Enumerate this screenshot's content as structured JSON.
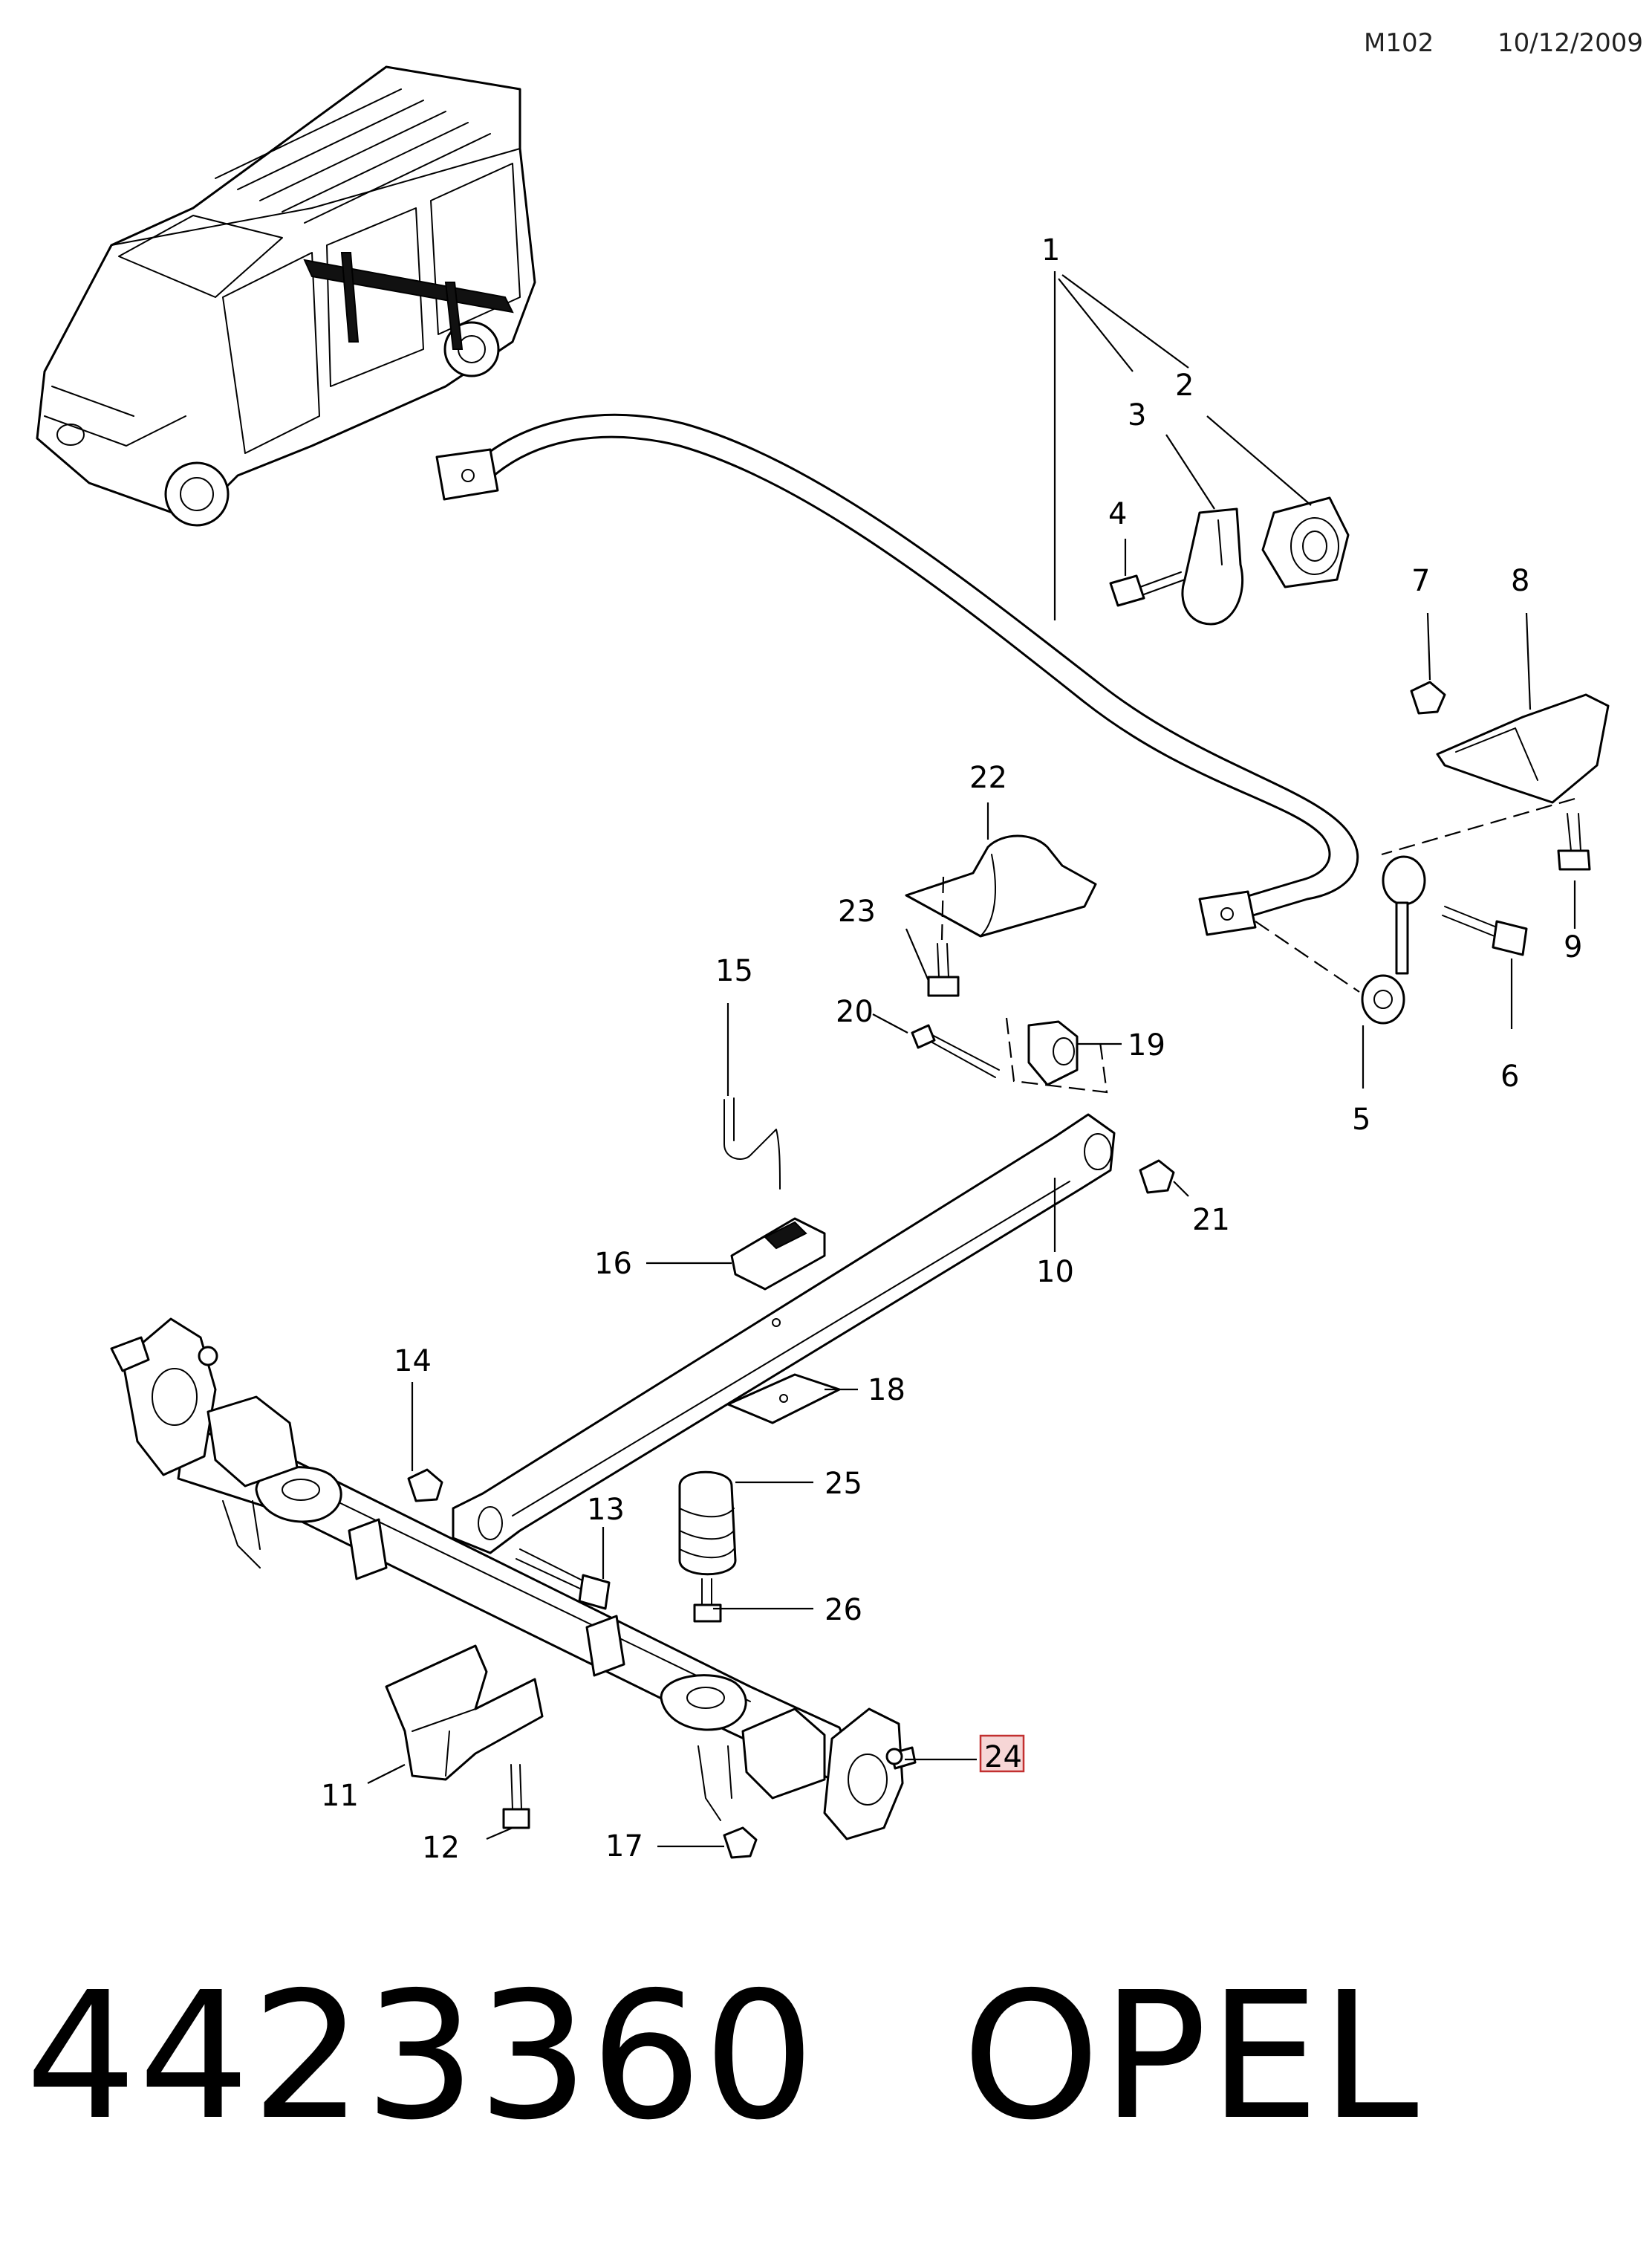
{
  "header": {
    "code": "M102",
    "date": "10/12/2009"
  },
  "callouts": [
    {
      "id": "c1",
      "label": "1"
    },
    {
      "id": "c2",
      "label": "2"
    },
    {
      "id": "c3",
      "label": "3"
    },
    {
      "id": "c4",
      "label": "4"
    },
    {
      "id": "c5",
      "label": "5"
    },
    {
      "id": "c6",
      "label": "6"
    },
    {
      "id": "c7",
      "label": "7"
    },
    {
      "id": "c8",
      "label": "8"
    },
    {
      "id": "c9",
      "label": "9"
    },
    {
      "id": "c10",
      "label": "10"
    },
    {
      "id": "c11",
      "label": "11"
    },
    {
      "id": "c12",
      "label": "12"
    },
    {
      "id": "c13",
      "label": "13"
    },
    {
      "id": "c14",
      "label": "14"
    },
    {
      "id": "c15",
      "label": "15"
    },
    {
      "id": "c16",
      "label": "16"
    },
    {
      "id": "c17",
      "label": "17"
    },
    {
      "id": "c18",
      "label": "18"
    },
    {
      "id": "c19",
      "label": "19"
    },
    {
      "id": "c20",
      "label": "20"
    },
    {
      "id": "c21",
      "label": "21"
    },
    {
      "id": "c22",
      "label": "22"
    },
    {
      "id": "c23",
      "label": "23"
    },
    {
      "id": "c24",
      "label": "24"
    },
    {
      "id": "c25",
      "label": "25"
    },
    {
      "id": "c26",
      "label": "26"
    }
  ],
  "highlighted_callout": "24",
  "highlight_color": "#f6d6d6",
  "highlight_border": "#c23030",
  "footer": {
    "part_number": "4423360",
    "brand": "OPEL"
  }
}
